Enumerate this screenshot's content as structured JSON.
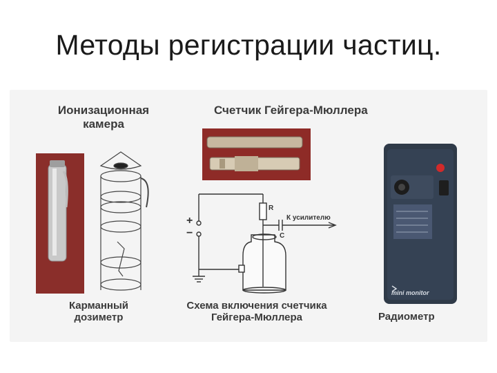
{
  "slide": {
    "title": "Методы регистрации частиц."
  },
  "labels": {
    "ionization_chamber": "Ионизационная камера",
    "geiger_counter": "Счетчик Гейгера-Мюллера",
    "pocket_dosimeter": "Карманный дозиметр",
    "scheme": "Схема включения счетчика Гейгера-Мюллера",
    "radiometer": "Радиометр"
  },
  "circuit": {
    "resistor": "R",
    "capacitor": "C",
    "amplifier": "К усилителю",
    "plus": "+",
    "minus": "−"
  },
  "device": {
    "brand": "mini monitor"
  },
  "colors": {
    "dosimeter_bg": "#8a2e2a",
    "geiger_bg": "#8e2b27",
    "radiometer_body": "#2f3a48",
    "led": "#d22a2a"
  }
}
